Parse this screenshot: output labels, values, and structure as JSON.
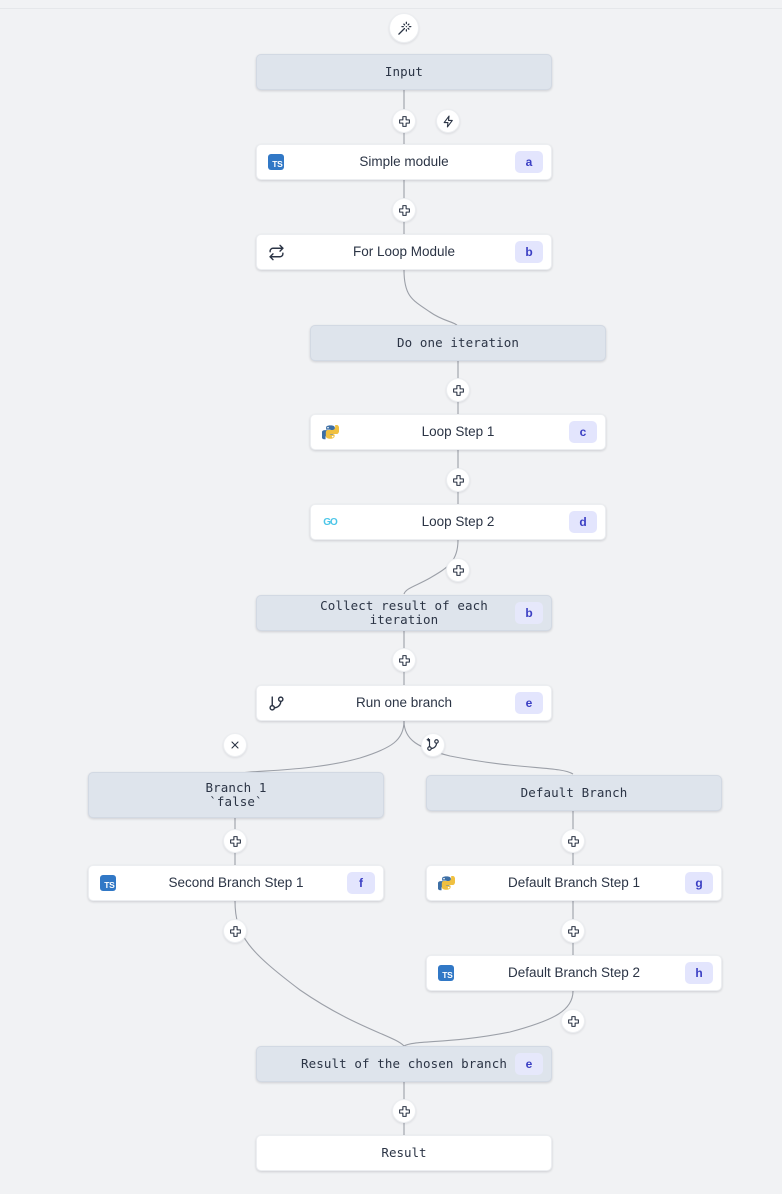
{
  "canvas": {
    "background": "#f1f2f4",
    "node_gray": "#dee4ec",
    "node_white": "#ffffff",
    "badge_bg": "#e3e5fd",
    "badge_fg": "#3b3fc4",
    "edge_color": "#9ca0a8"
  },
  "toolbar": {
    "magic_wand_icon": "magic-wand-icon"
  },
  "nodes": {
    "input": {
      "label": "Input",
      "badge": "",
      "icon": "",
      "type": "gray"
    },
    "simple_module": {
      "label": "Simple module",
      "badge": "a",
      "icon": "typescript-icon",
      "type": "white"
    },
    "for_loop_module": {
      "label": "For Loop Module",
      "badge": "b",
      "icon": "repeat-icon",
      "type": "white"
    },
    "do_one_iteration": {
      "label": "Do one iteration",
      "badge": "",
      "icon": "",
      "type": "gray"
    },
    "loop_step_1": {
      "label": "Loop Step 1",
      "badge": "c",
      "icon": "python-icon",
      "type": "white"
    },
    "loop_step_2": {
      "label": "Loop Step 2",
      "badge": "d",
      "icon": "go-icon",
      "type": "white"
    },
    "collect_result": {
      "label": "Collect result of each iteration",
      "badge": "b",
      "icon": "",
      "type": "gray"
    },
    "run_one_branch": {
      "label": "Run one branch",
      "badge": "e",
      "icon": "git-branch-icon",
      "type": "white"
    },
    "branch_1": {
      "label": "Branch 1\n`false`",
      "badge": "",
      "icon": "",
      "type": "gray"
    },
    "default_branch": {
      "label": "Default Branch",
      "badge": "",
      "icon": "",
      "type": "gray"
    },
    "second_branch_step_1": {
      "label": "Second Branch Step 1",
      "badge": "f",
      "icon": "typescript-icon",
      "type": "white"
    },
    "default_branch_step_1": {
      "label": "Default Branch Step 1",
      "badge": "g",
      "icon": "python-icon",
      "type": "white"
    },
    "default_branch_step_2": {
      "label": "Default Branch Step 2",
      "badge": "h",
      "icon": "typescript-icon",
      "type": "white"
    },
    "result_of_chosen": {
      "label": "Result of the chosen branch",
      "badge": "e",
      "icon": "",
      "type": "gray"
    },
    "result": {
      "label": "Result",
      "badge": "",
      "icon": "",
      "type": "white"
    }
  },
  "icons": {
    "typescript": "TS",
    "go": "GO"
  },
  "buttons": {
    "add_input_simple": "plus-icon",
    "trigger": "lightning-icon",
    "add_simple_forloop": "plus-icon",
    "add_iteration_step1": "plus-icon",
    "add_step1_step2": "plus-icon",
    "add_step2_collect": "plus-icon",
    "add_collect_branch": "plus-icon",
    "remove_branch": "close-icon",
    "add_branch": "git-branch-plus-icon",
    "add_branch1_step": "plus-icon",
    "add_defaultbranch_step": "plus-icon",
    "add_second_step_result": "plus-icon",
    "add_default_step1_step2": "plus-icon",
    "add_default_step2_result": "plus-icon",
    "add_result_final": "plus-icon"
  }
}
